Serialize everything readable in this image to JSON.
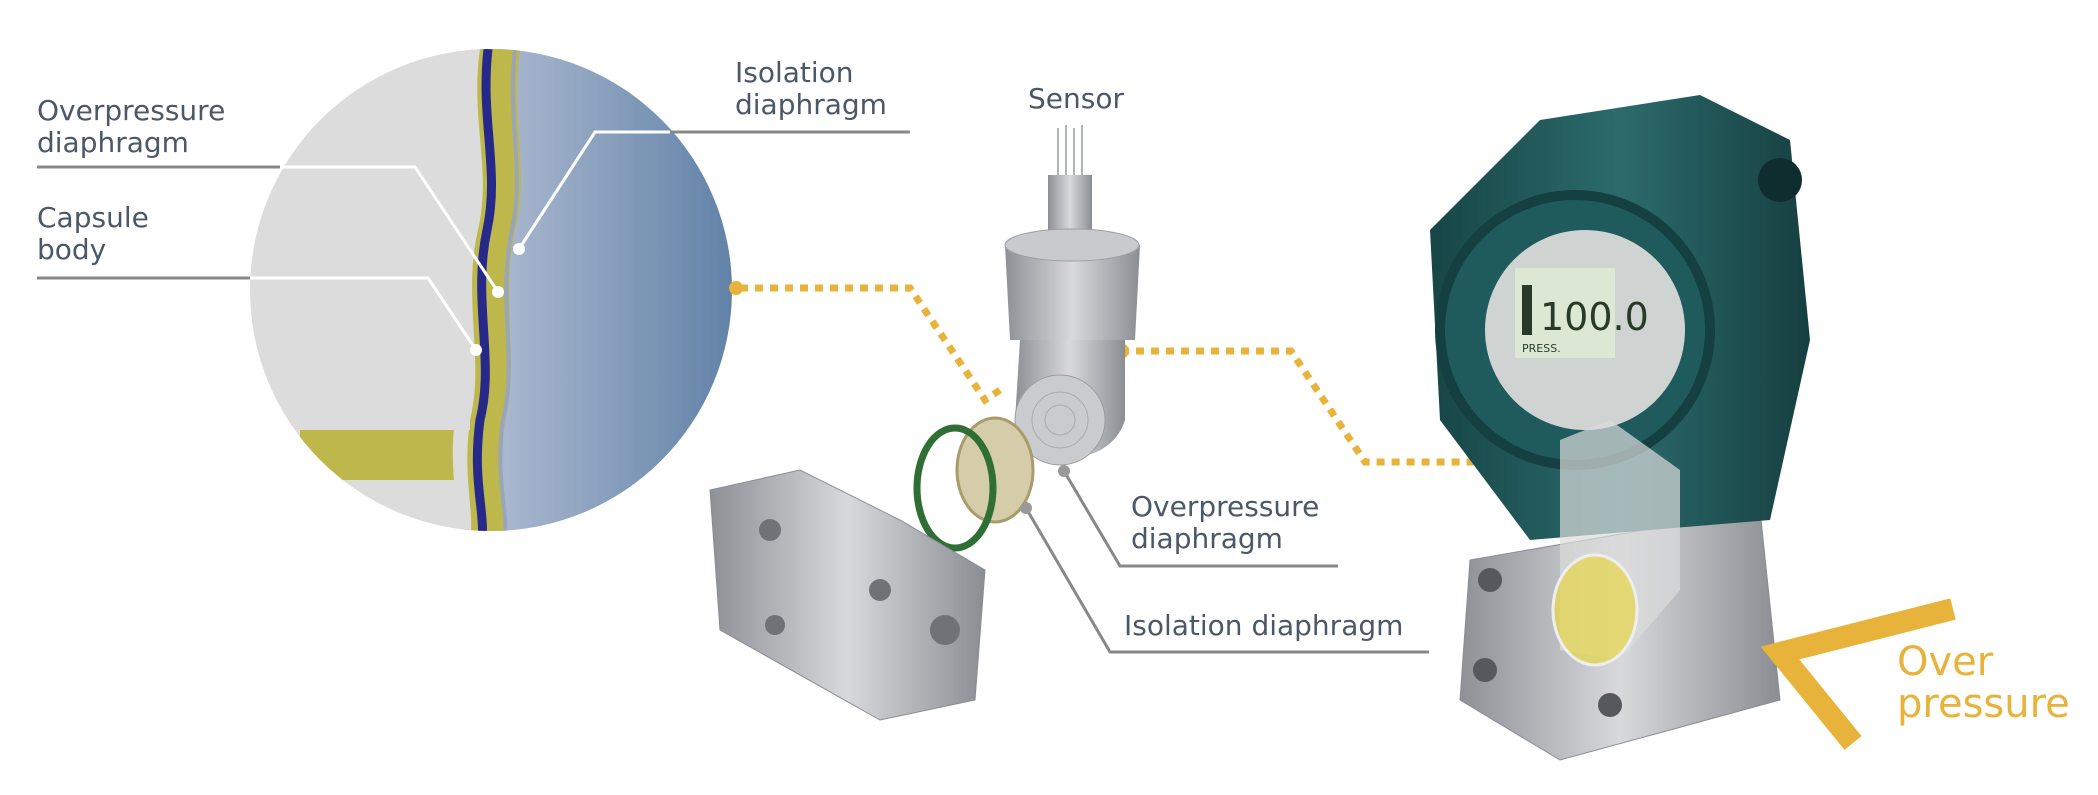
{
  "labels": {
    "detail_isolation_diaphragm": [
      "Isolation",
      "diaphragm"
    ],
    "detail_overpressure_diaphragm": [
      "Overpressure",
      "diaphragm"
    ],
    "detail_capsule_body": [
      "Capsule",
      "body"
    ],
    "sensor": "Sensor",
    "overpressure_diaphragm": [
      "Overpressure",
      "diaphragm"
    ],
    "isolation_diaphragm": "Isolation diaphragm",
    "over_pressure": [
      "Over",
      "pressure"
    ]
  },
  "display": {
    "reading": "100.0",
    "mode": "PRESS."
  },
  "colors": {
    "text": "#4a5868",
    "accent_orange": "#e8b33a",
    "capsule_yellow": "#bdb74c",
    "diaphragm_blue": "#26288a",
    "fluid_blue": "#6a88ac",
    "housing_green": "#1f5a5c",
    "metal": "#b8bcc0"
  }
}
